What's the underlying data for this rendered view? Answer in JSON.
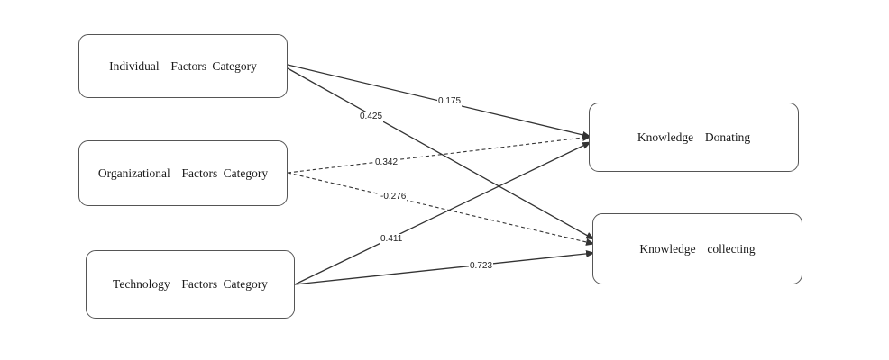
{
  "nodes": {
    "individual": "Individual  Factors Category",
    "organizational": "Organizational  Factors Category",
    "technology": "Technology  Factors Category",
    "donating": "Knowledge  Donating",
    "collecting": "Knowledge  collecting"
  },
  "paths": [
    {
      "from": "individual",
      "to": "donating",
      "coefficient": "0.175",
      "style": "solid"
    },
    {
      "from": "individual",
      "to": "collecting",
      "coefficient": "0.425",
      "style": "solid"
    },
    {
      "from": "organizational",
      "to": "donating",
      "coefficient": "0.342",
      "style": "dashed"
    },
    {
      "from": "organizational",
      "to": "collecting",
      "coefficient": "-0.276",
      "style": "dashed"
    },
    {
      "from": "technology",
      "to": "donating",
      "coefficient": "0.411",
      "style": "solid"
    },
    {
      "from": "technology",
      "to": "collecting",
      "coefficient": "0.723",
      "style": "solid"
    }
  ],
  "colors": {
    "line": "#333333",
    "border": "#555555"
  }
}
